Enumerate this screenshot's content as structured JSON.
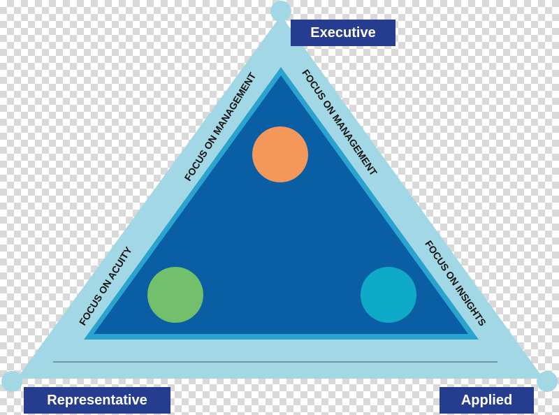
{
  "colors": {
    "outer_triangle": "#a2d8e6",
    "inner_border": "#2aa3cf",
    "inner_triangle": "#0a5fa4",
    "label_background": "#263c8e",
    "circle_top": "#f4975a",
    "circle_left": "#72c06c",
    "circle_right": "#10aac9"
  },
  "vertices": {
    "top": "Executive",
    "bottom_left": "Representative",
    "bottom_right": "Applied"
  },
  "sides": {
    "left_upper": "FOCUS ON MANAGEMENT",
    "left_lower": "FOCUS ON ACUITY",
    "right_upper": "FOCUS ON MANAGEMENT",
    "right_lower": "FOCUS ON INSIGHTS"
  }
}
